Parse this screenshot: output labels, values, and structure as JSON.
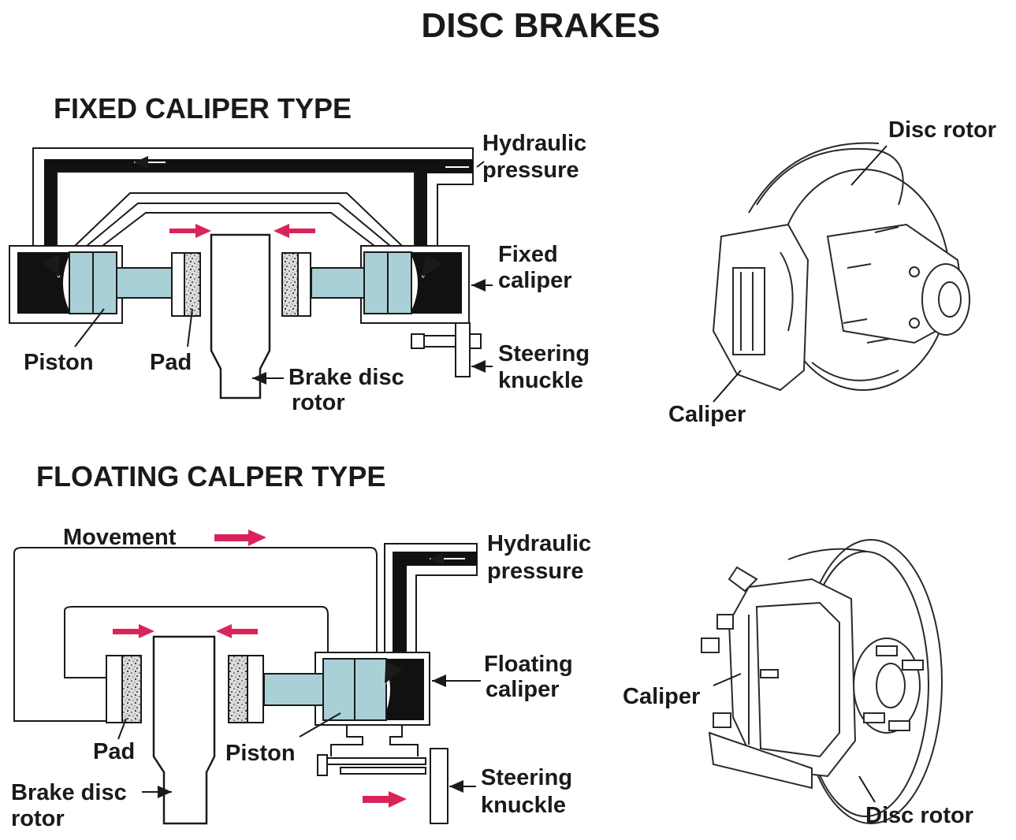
{
  "title": "DISC BRAKES",
  "fixed": {
    "heading": "FIXED CALIPER TYPE",
    "hydraulic": [
      "Hydraulic",
      "pressure"
    ],
    "caliper": [
      "Fixed",
      "caliper"
    ],
    "piston": "Piston",
    "pad": "Pad",
    "rotor": [
      "Brake disc",
      "rotor"
    ],
    "knuckle": [
      "Steering",
      "knuckle"
    ]
  },
  "fixed_illustration": {
    "disc_rotor": "Disc rotor",
    "caliper": "Caliper"
  },
  "floating": {
    "heading": "FLOATING CALPER TYPE",
    "movement": "Movement",
    "hydraulic": [
      "Hydraulic",
      "pressure"
    ],
    "caliper": [
      "Floating",
      "caliper"
    ],
    "pad": "Pad",
    "piston": "Piston",
    "rotor": [
      "Brake disc",
      "rotor"
    ],
    "knuckle": [
      "Steering",
      "knuckle"
    ]
  },
  "floating_illustration": {
    "caliper": "Caliper",
    "disc_rotor": "Disc rotor"
  },
  "colors": {
    "arrow": "#d9245a",
    "piston": "#a9d0d6",
    "fluid": "#111111"
  }
}
